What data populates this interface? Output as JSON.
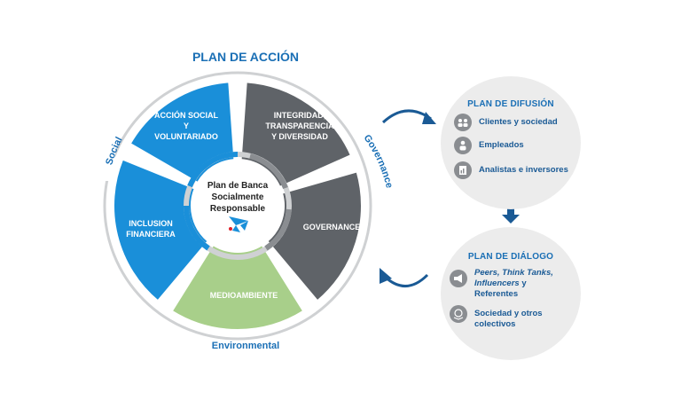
{
  "diagram": {
    "main_title": "PLAN DE ACCIÓN",
    "center": {
      "line1": "Plan de Banca",
      "line2": "Socialmente",
      "line3": "Responsable"
    },
    "segments": {
      "accion_social": [
        "ACCIÓN SOCIAL",
        "Y",
        "VOLUNTARIADO"
      ],
      "integridad": [
        "INTEGRIDAD,",
        "TRANSPARENCIA",
        "Y DIVERSIDAD"
      ],
      "inclusion": [
        "INCLUSION",
        "FINANCIERA"
      ],
      "governance": [
        "GOVERNANCE"
      ],
      "medioambiente": [
        "MEDIOAMBIENTE"
      ]
    },
    "arc_labels": {
      "social": "Social",
      "governance": "Governance",
      "environmental": "Environmental"
    },
    "colors": {
      "blue": "#1a8fd9",
      "gray": "#5f6368",
      "green": "#a8cf8a",
      "accent": "#1a6fb5"
    }
  },
  "difusion": {
    "title": "PLAN DE DIFUSIÓN",
    "items": [
      {
        "icon": "people-group-icon",
        "label": "Clientes y sociedad"
      },
      {
        "icon": "employees-icon",
        "label": "Empleados"
      },
      {
        "icon": "document-chart-icon",
        "label": "Analistas e inversores"
      }
    ]
  },
  "dialogo": {
    "title": "PLAN DE DIÁLOGO",
    "items": [
      {
        "icon": "megaphone-icon",
        "line1_a": "Peers, Think Tanks,",
        "line2": "Influencers",
        "line2_b": " y",
        "line3": "Referentes"
      },
      {
        "icon": "handshake-globe-icon",
        "line1": "Sociedad y otros",
        "line2": "colectivos"
      }
    ]
  }
}
